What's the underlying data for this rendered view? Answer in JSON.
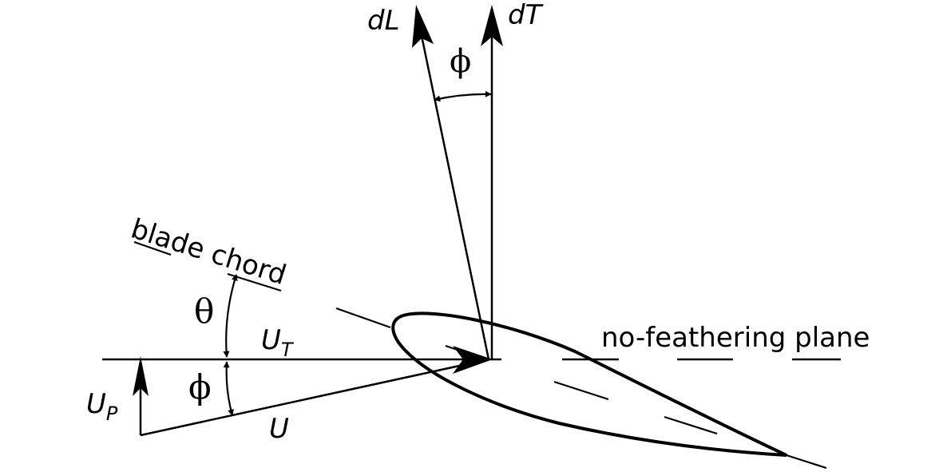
{
  "labels": {
    "dL": "dL",
    "dT": "dT",
    "phi_top": "ϕ",
    "blade_chord": "blade chord",
    "theta": "θ",
    "U_T_main": "U",
    "U_T_sub": "T",
    "phi_bottom": "ϕ",
    "U_P_main": "U",
    "U_P_sub": "P",
    "U": "U",
    "plane": "no-feathering plane"
  },
  "colors": {
    "ink": "#000000",
    "background": "#ffffff"
  }
}
